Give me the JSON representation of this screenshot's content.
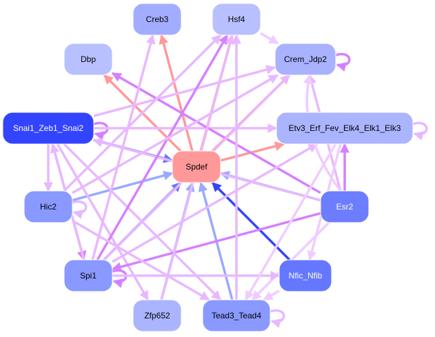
{
  "graph": {
    "title": "Spdef regulatory network",
    "colors": {
      "red": "#ff9999",
      "blue_dark": "#3344ff",
      "blue_mid": "#6677ff",
      "blue_light": "#99aaff",
      "purple": "#d680ff",
      "purple_light": "#e8b8ff",
      "purple_pale": "#f0ccff"
    },
    "nodes": [
      {
        "id": "Creb3",
        "label": "Creb3",
        "fill": "#a3adff",
        "text": "#000000"
      },
      {
        "id": "Hsf4",
        "label": "Hsf4",
        "fill": "#b8c0ff",
        "text": "#000000"
      },
      {
        "id": "Dbp",
        "label": "Dbp",
        "fill": "#b8c0ff",
        "text": "#000000"
      },
      {
        "id": "Crem_Jdp2",
        "label": "Crem_Jdp2",
        "fill": "#a8b2ff",
        "text": "#000000"
      },
      {
        "id": "Snai1_Zeb1_Snai2",
        "label": "Snai1_Zeb1_Snai2",
        "fill": "#3344ff",
        "text": "#ffffff"
      },
      {
        "id": "Etv3",
        "label": "Etv3_Erf_Fev_Elk4_Elk1_Elk3",
        "fill": "#aab4ff",
        "text": "#000000"
      },
      {
        "id": "Spdef",
        "label": "Spdef",
        "fill": "#ff9999",
        "text": "#000000"
      },
      {
        "id": "Hic2",
        "label": "Hic2",
        "fill": "#8a99ff",
        "text": "#000000"
      },
      {
        "id": "Esr2",
        "label": "Esr2",
        "fill": "#6d7dff",
        "text": "#ffffff"
      },
      {
        "id": "Spi1",
        "label": "Spi1",
        "fill": "#8a99ff",
        "text": "#000000"
      },
      {
        "id": "Nfic_Nfib",
        "label": "Nfic_Nfib",
        "fill": "#6677ff",
        "text": "#ffffff"
      },
      {
        "id": "Zfp652",
        "label": "Zfp652",
        "fill": "#aab4ff",
        "text": "#000000"
      },
      {
        "id": "Tead3_Tead4",
        "label": "Tead3_Tead4",
        "fill": "#8a99ff",
        "text": "#000000"
      }
    ],
    "edges": [
      {
        "from": "Spdef",
        "to": "Creb3",
        "color": "red"
      },
      {
        "from": "Spdef",
        "to": "Hsf4",
        "color": "red"
      },
      {
        "from": "Spdef",
        "to": "Dbp",
        "color": "red"
      },
      {
        "from": "Spdef",
        "to": "Crem_Jdp2",
        "color": "red"
      },
      {
        "from": "Spdef",
        "to": "Etv3",
        "color": "red"
      },
      {
        "from": "Snai1_Zeb1_Snai2",
        "to": "Spdef",
        "color": "blue_mid"
      },
      {
        "from": "Hic2",
        "to": "Spdef",
        "color": "blue_light"
      },
      {
        "from": "Esr2",
        "to": "Spdef",
        "color": "blue_light"
      },
      {
        "from": "Spi1",
        "to": "Spdef",
        "color": "blue_mid"
      },
      {
        "from": "Zfp652",
        "to": "Spdef",
        "color": "blue_light"
      },
      {
        "from": "Tead3_Tead4",
        "to": "Spdef",
        "color": "blue_light"
      },
      {
        "from": "Nfic_Nfib",
        "to": "Spdef",
        "color": "blue_dark"
      },
      {
        "from": "Hsf4",
        "to": "Crem_Jdp2",
        "color": "purple_pale"
      },
      {
        "from": "Crem_Jdp2",
        "to": "Crem_Jdp2",
        "color": "purple"
      },
      {
        "from": "Etv3",
        "to": "Etv3",
        "color": "purple_light"
      },
      {
        "from": "Snai1_Zeb1_Snai2",
        "to": "Snai1_Zeb1_Snai2",
        "color": "purple"
      },
      {
        "from": "Hic2",
        "to": "Hic2",
        "color": "purple_light"
      },
      {
        "from": "Spi1",
        "to": "Spi1",
        "color": "purple"
      },
      {
        "from": "Tead3_Tead4",
        "to": "Tead3_Tead4",
        "color": "purple_light"
      },
      {
        "from": "Snai1_Zeb1_Snai2",
        "to": "Crem_Jdp2",
        "color": "purple_light"
      },
      {
        "from": "Snai1_Zeb1_Snai2",
        "to": "Etv3",
        "color": "purple_light"
      },
      {
        "from": "Snai1_Zeb1_Snai2",
        "to": "Hic2",
        "color": "purple_light"
      },
      {
        "from": "Snai1_Zeb1_Snai2",
        "to": "Spi1",
        "color": "purple"
      },
      {
        "from": "Snai1_Zeb1_Snai2",
        "to": "Tead3_Tead4",
        "color": "purple_light"
      },
      {
        "from": "Snai1_Zeb1_Snai2",
        "to": "Zfp652",
        "color": "purple_light"
      },
      {
        "from": "Esr2",
        "to": "Dbp",
        "color": "purple"
      },
      {
        "from": "Esr2",
        "to": "Snai1_Zeb1_Snai2",
        "color": "purple_light"
      },
      {
        "from": "Esr2",
        "to": "Spi1",
        "color": "purple"
      },
      {
        "from": "Esr2",
        "to": "Tead3_Tead4",
        "color": "purple_pale"
      },
      {
        "from": "Esr2",
        "to": "Crem_Jdp2",
        "color": "purple_light"
      },
      {
        "from": "Esr2",
        "to": "Etv3",
        "color": "purple"
      },
      {
        "from": "Spi1",
        "to": "Creb3",
        "color": "purple_light"
      },
      {
        "from": "Spi1",
        "to": "Hsf4",
        "color": "purple"
      },
      {
        "from": "Spi1",
        "to": "Crem_Jdp2",
        "color": "purple_light"
      },
      {
        "from": "Spi1",
        "to": "Etv3",
        "color": "purple_light"
      },
      {
        "from": "Spi1",
        "to": "Nfic_Nfib",
        "color": "purple_light"
      },
      {
        "from": "Spi1",
        "to": "Snai1_Zeb1_Snai2",
        "color": "purple_light"
      },
      {
        "from": "Hic2",
        "to": "Hsf4",
        "color": "purple_light"
      },
      {
        "from": "Hic2",
        "to": "Crem_Jdp2",
        "color": "purple_light"
      },
      {
        "from": "Hic2",
        "to": "Tead3_Tead4",
        "color": "purple_light"
      },
      {
        "from": "Zfp652",
        "to": "Hsf4",
        "color": "purple_light"
      },
      {
        "from": "Tead3_Tead4",
        "to": "Hsf4",
        "color": "purple_light"
      },
      {
        "from": "Etv3",
        "to": "Nfic_Nfib",
        "color": "purple_pale"
      },
      {
        "from": "Etv3",
        "to": "Tead3_Tead4",
        "color": "purple_pale"
      },
      {
        "from": "Nfic_Nfib",
        "to": "Tead3_Tead4",
        "color": "purple_pale"
      },
      {
        "from": "Esr2",
        "to": "Crem_Jdp2",
        "color": "purple_pale",
        "curved": true
      }
    ]
  }
}
